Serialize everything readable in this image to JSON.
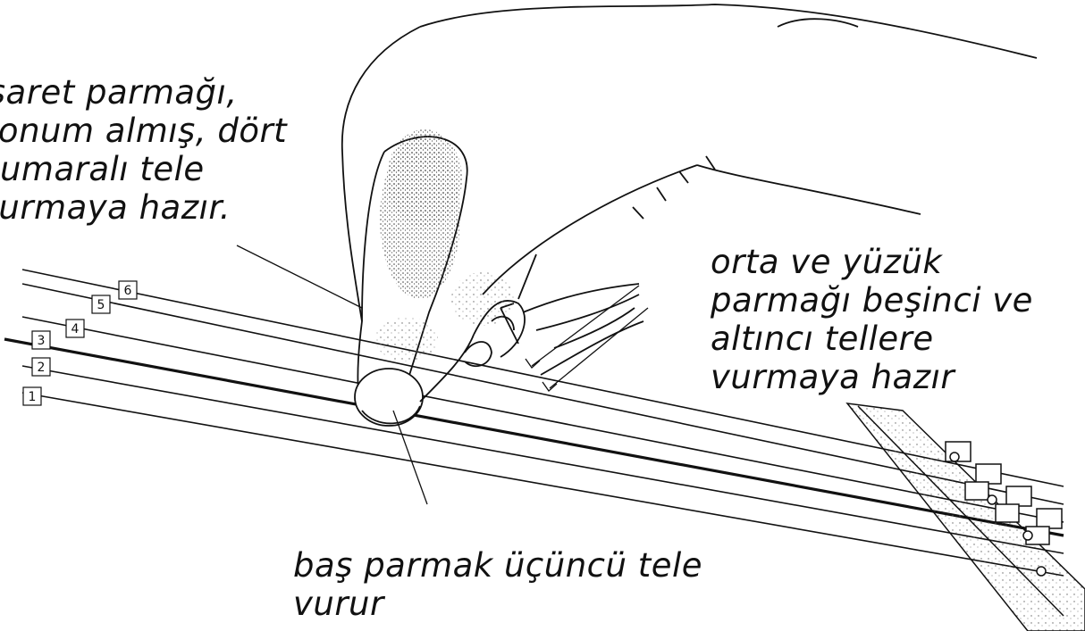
{
  "labels": {
    "index_finger": [
      "işaret parmağı,",
      "konum almış, dört",
      "numaralı tele",
      "vurmaya hazır."
    ],
    "middle_ring": [
      "orta ve yüzük",
      "parmağı beşinci ve",
      "altıncı tellere",
      "vurmaya hazır"
    ],
    "thumb": [
      "baş parmak üçüncü tele",
      "vurur"
    ]
  },
  "string_numbers": [
    "1",
    "2",
    "3",
    "4",
    "5",
    "6"
  ],
  "colors": {
    "ink": "#111111",
    "stipple": "#444444",
    "background": "#ffffff"
  }
}
